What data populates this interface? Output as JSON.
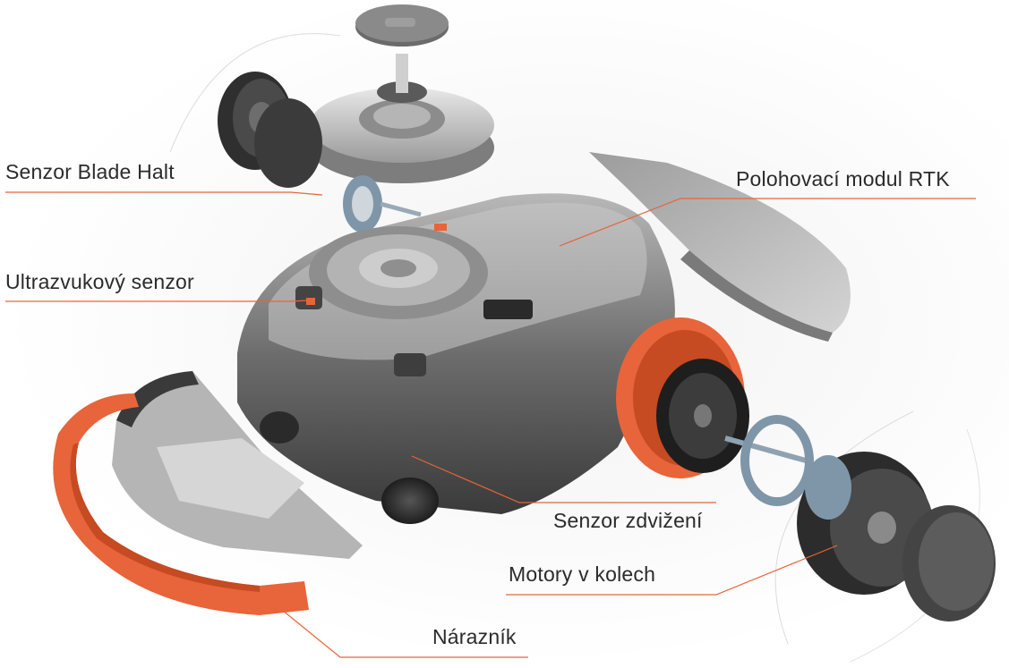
{
  "labels": {
    "blade_halt": "Senzor Blade Halt",
    "ultrasonic": "Ultrazvukový senzor",
    "rtk": "Polohovací modul RTK",
    "lift": "Senzor zdvižení",
    "motors": "Motory v kolech",
    "bumper": "Nárazník"
  },
  "colors": {
    "accent": "#e8643a",
    "text": "#2b2b2b",
    "leader_line": "#e8643a"
  }
}
